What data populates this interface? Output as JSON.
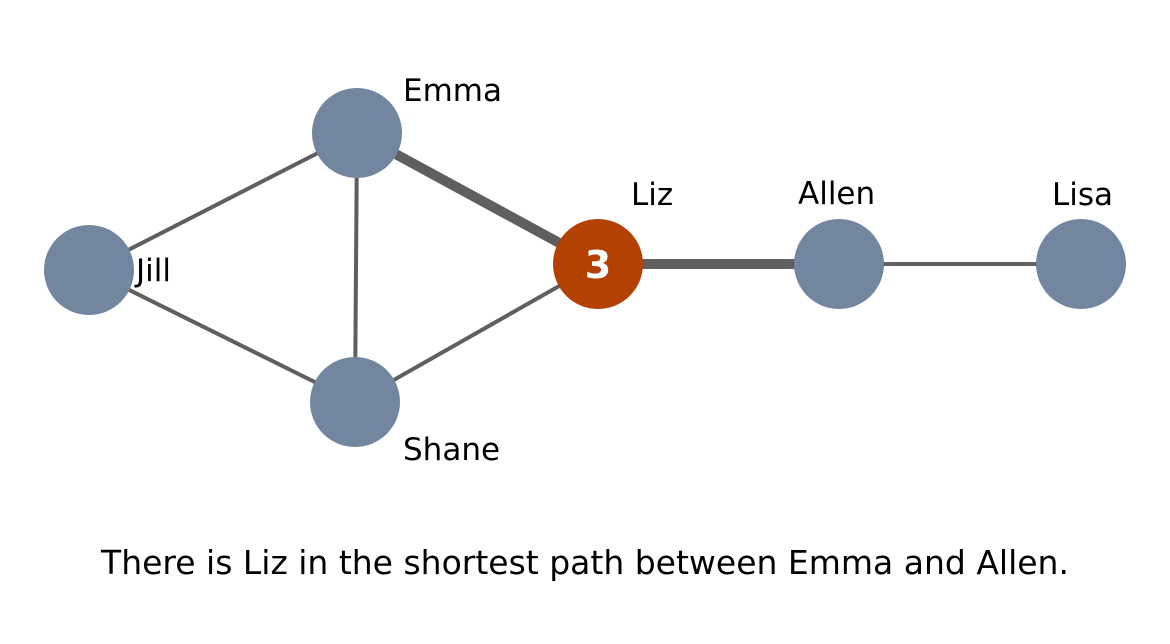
{
  "colors": {
    "node": "#7286a0",
    "highlight": "#b34104",
    "edge": "#5f5f5f",
    "label": "#000000"
  },
  "nodes": [
    {
      "id": "jill",
      "label": "Jill"
    },
    {
      "id": "emma",
      "label": "Emma"
    },
    {
      "id": "shane",
      "label": "Shane"
    },
    {
      "id": "liz",
      "label": "Liz",
      "badge": "3",
      "highlight": true
    },
    {
      "id": "allen",
      "label": "Allen"
    },
    {
      "id": "lisa",
      "label": "Lisa"
    }
  ],
  "edges": [
    {
      "from": "jill",
      "to": "emma"
    },
    {
      "from": "jill",
      "to": "shane"
    },
    {
      "from": "emma",
      "to": "shane"
    },
    {
      "from": "shane",
      "to": "liz"
    },
    {
      "from": "emma",
      "to": "liz",
      "highlight": true
    },
    {
      "from": "liz",
      "to": "allen",
      "highlight": true
    },
    {
      "from": "allen",
      "to": "lisa"
    }
  ],
  "caption": "There is Liz in the shortest path between Emma and Allen."
}
